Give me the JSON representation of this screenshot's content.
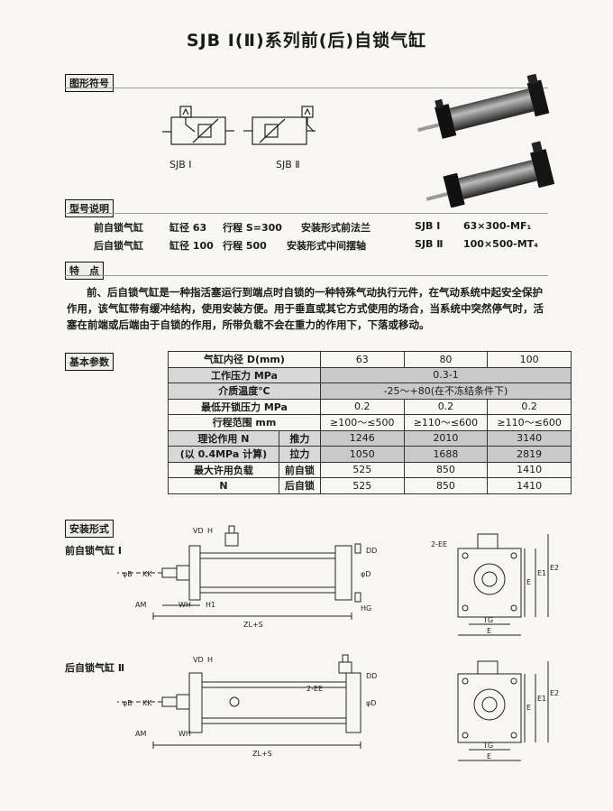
{
  "title": "SJB Ⅰ(Ⅱ)系列前(后)自锁气缸",
  "sections": {
    "symbol": "图形符号",
    "model": "型号说明",
    "features": "特　点",
    "params": "基本参数",
    "mounting": "安装形式"
  },
  "symbols": [
    "SJB Ⅰ",
    "SJB Ⅱ"
  ],
  "model_rows": [
    {
      "name": "前自锁气缸",
      "bore": "缸径 63",
      "stroke": "行程 S=300",
      "mount": "安装形式前法兰",
      "series": "SJB Ⅰ",
      "code": "63×300-MF₁"
    },
    {
      "name": "后自锁气缸",
      "bore": "缸径 100",
      "stroke": "行程 500",
      "mount": "安装形式中间摆轴",
      "series": "SJB Ⅱ",
      "code": "100×500-MT₄"
    }
  ],
  "features_text": "前、后自锁气缸是一种指活塞运行到端点时自锁的一种特殊气动执行元件，在气动系统中起安全保护作用，该气缸带有缓冲结构，使用安装方便。用于垂直或其它方式使用的场合，当系统中突然停气时，活塞在前端或后端由于自锁的作用，所带负载不会在重力的作用下，下落或移动。",
  "params": {
    "bore_label": "气缸内径 D(mm)",
    "bores": [
      "63",
      "80",
      "100"
    ],
    "pressure_label": "工作压力 MPa",
    "pressure": "0.3-1",
    "temp_label": "介质温度℃",
    "temp": "-25～+80(在不冻结条件下)",
    "unlock_label": "最低开锁压力 MPa",
    "unlock": [
      "0.2",
      "0.2",
      "0.2"
    ],
    "stroke_label": "行程范围 mm",
    "strokes": [
      "≥100～≤500",
      "≥110～≤600",
      "≥110～≤600"
    ],
    "force_label1": "理论作用 N",
    "force_label2": "(以 0.4MPa 计算)",
    "push_label": "推力",
    "push": [
      "1246",
      "2010",
      "3140"
    ],
    "pull_label": "拉力",
    "pull": [
      "1050",
      "1688",
      "2819"
    ],
    "load_label1": "最大许用负载",
    "load_label2": "N",
    "front_label": "前自锁",
    "front": [
      "525",
      "850",
      "1410"
    ],
    "rear_label": "后自锁",
    "rear": [
      "525",
      "850",
      "1410"
    ]
  },
  "drawings": {
    "front_title": "前自锁气缸 Ⅰ",
    "rear_title": "后自锁气缸 Ⅱ",
    "dims_front": {
      "vd": "VD",
      "h": "H",
      "dd": "DD",
      "am": "AM",
      "wh": "WH",
      "h1": "H1",
      "hg": "HG",
      "zl": "ZL+S",
      "db": "φB",
      "kk": "KK",
      "dd2": "φD"
    },
    "dims_side": {
      "ee": "2-EE",
      "tg": "TG",
      "e": "E",
      "e1": "E1",
      "e2": "E2"
    },
    "dims_rear": {
      "vd": "VD",
      "h": "H",
      "dd": "DD",
      "ee": "2-EE",
      "am": "AM",
      "wh": "WH",
      "zl": "ZL+S",
      "db": "φB",
      "kk": "KK",
      "dd2": "φD"
    }
  }
}
